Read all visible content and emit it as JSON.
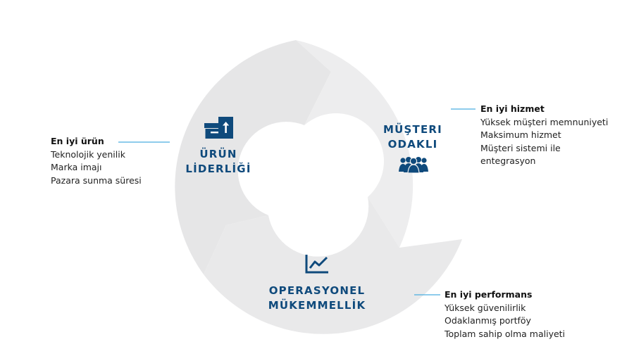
{
  "segments": {
    "product": {
      "label_line1": "ÜRÜN",
      "label_line2": "LİDERLİĞİ",
      "icon": "archive-box-upload-icon",
      "callout_title": "En iyi ürün",
      "callout_items": [
        "Teknolojik yenilik",
        "Marka imajı",
        "Pazara sunma süresi"
      ]
    },
    "customer": {
      "label_line1": "MÜŞTERI",
      "label_line2": "ODAKLI",
      "icon": "people-group-icon",
      "callout_title": "En iyi hizmet",
      "callout_items": [
        "Yüksek müşteri memnuniyeti",
        "Maksimum hizmet",
        "Müşteri sistemi ile",
        "entegrasyon"
      ]
    },
    "operational": {
      "label_line1": "OPERASYONEL",
      "label_line2": "MÜKEMMELLİK",
      "icon": "line-chart-icon",
      "callout_title": "En iyi performans",
      "callout_items": [
        "Yüksek güvenilirlik",
        "Odaklanmış portföy",
        "Toplam sahip olma maliyeti"
      ]
    }
  },
  "colors": {
    "ring_dark": "#e6e6e7",
    "ring_light": "#eeeeef",
    "label": "#0f4a7c",
    "connector": "#4aaee0"
  }
}
